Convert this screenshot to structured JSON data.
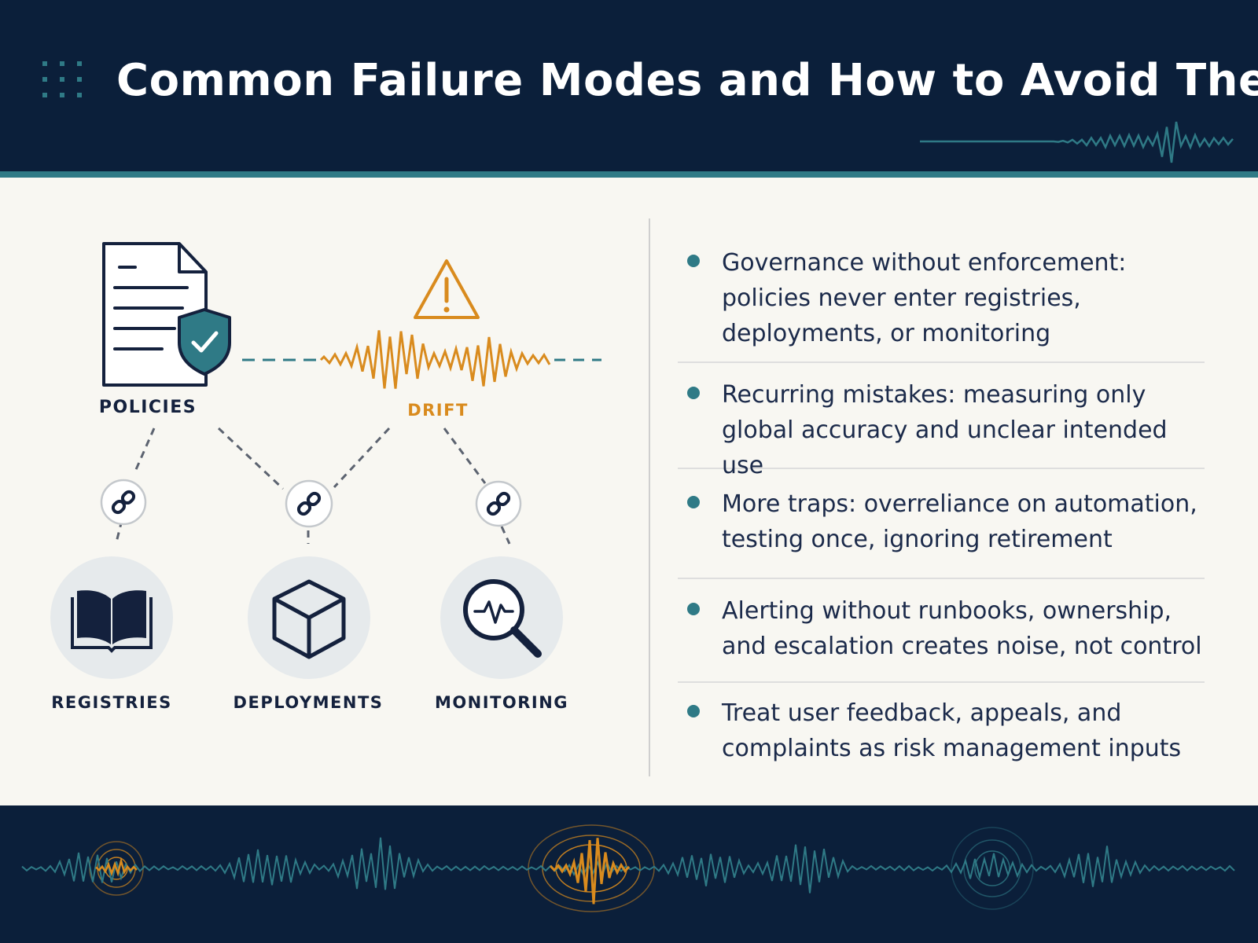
{
  "header": {
    "title": "Common Failure Modes and How to Avoid Them"
  },
  "colors": {
    "navy": "#0b1f3a",
    "teal": "#2f7a86",
    "orange": "#d98b1e",
    "ink": "#14213d",
    "background": "#f8f7f2"
  },
  "diagram": {
    "policies": {
      "label": "POLICIES",
      "icon": "policy-document-shield-icon"
    },
    "drift": {
      "label": "DRIFT",
      "icon": "warning-triangle-icon"
    },
    "registries": {
      "label": "REGISTRIES",
      "icon": "open-book-icon"
    },
    "deployments": {
      "label": "DEPLOYMENTS",
      "icon": "cube-icon"
    },
    "monitoring": {
      "label": "MONITORING",
      "icon": "magnifier-pulse-icon"
    },
    "link_icon": "broken-link-icon"
  },
  "failure_modes": [
    "Governance without enforcement: policies never enter registries, deployments, or monitoring",
    "Recurring mistakes: measuring only global accuracy and unclear intended use",
    "More traps: overreliance on automation, testing once, ignoring retirement",
    "Alerting without runbooks, ownership, and escalation creates noise, not control",
    "Treat user feedback, appeals, and complaints as risk management inputs"
  ]
}
